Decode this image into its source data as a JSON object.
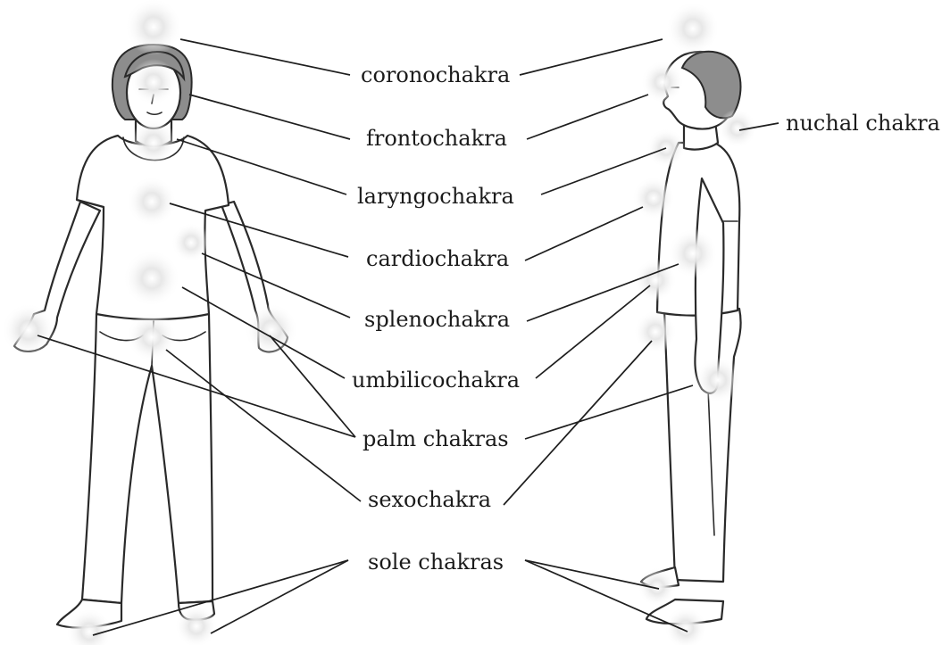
{
  "labels": {
    "coronochakra": "coronochakra",
    "frontochakra": "frontochakra",
    "laryngochakra": "laryngochakra",
    "cardiochakra": "cardiochakra",
    "splenochakra": "splenochakra",
    "umbilicochakra": "umbilicochakra",
    "palm_chakras": "palm chakras",
    "sexochakra": "sexochakra",
    "sole_chakras": "sole chakras",
    "nuchal_chakra": "nuchal chakra"
  },
  "figures": [
    "front-view-figure",
    "side-view-figure"
  ]
}
